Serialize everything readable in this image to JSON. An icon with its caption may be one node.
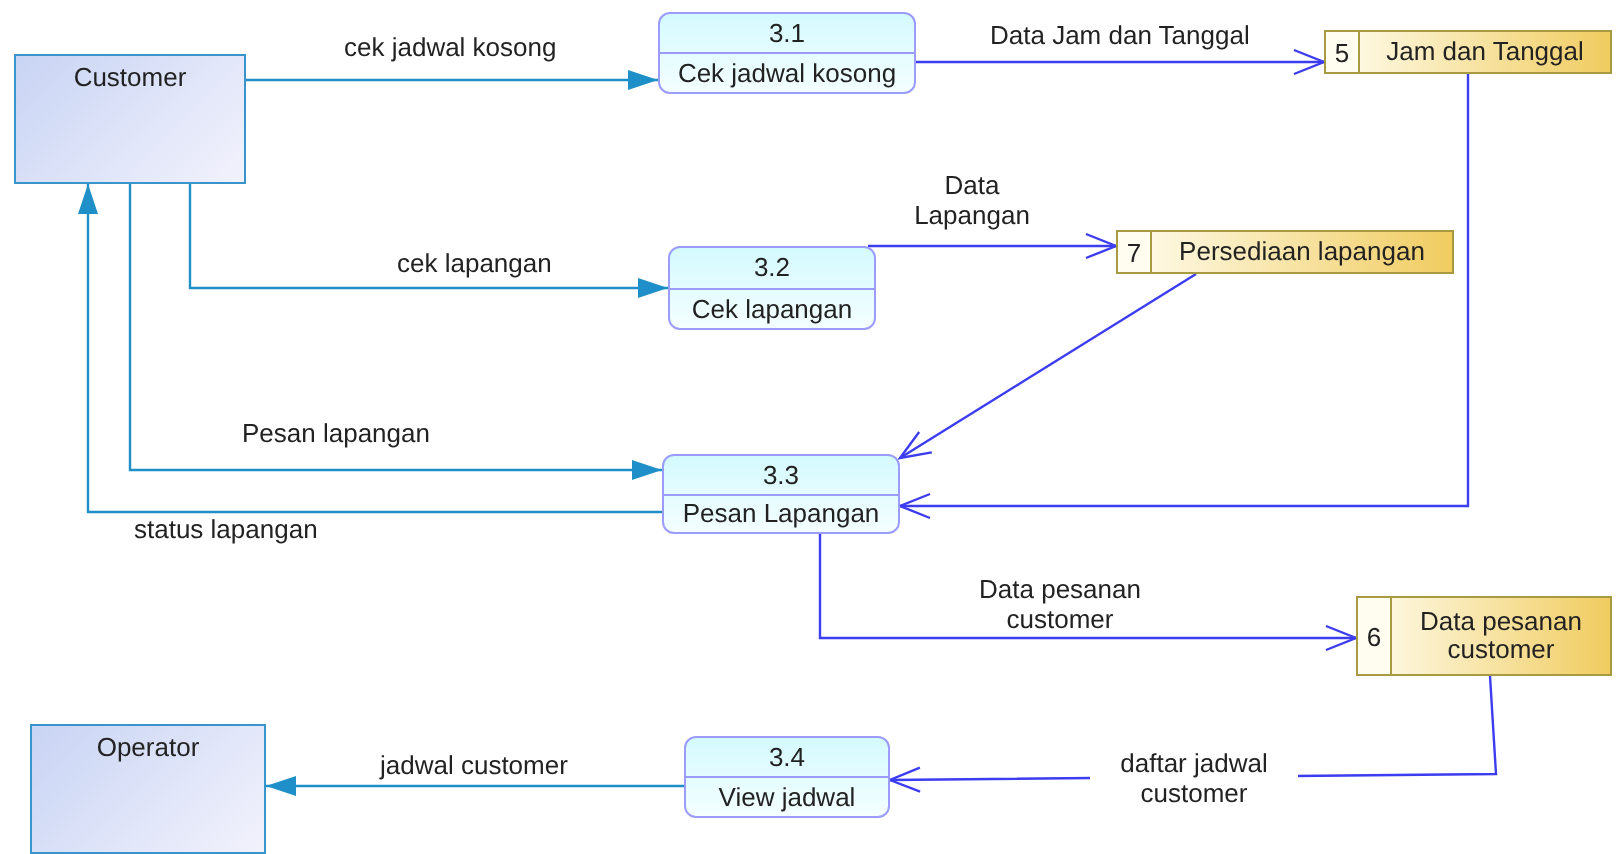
{
  "diagram": {
    "nodes": [
      {
        "text": [
          "Customer"
        ]
      },
      {
        "text": [
          "3.1",
          "Cek jadwal kosong"
        ]
      },
      {
        "text": [
          "5",
          "Jam dan Tanggal"
        ]
      },
      {
        "text": [
          "3.2",
          "Cek lapangan"
        ]
      },
      {
        "text": [
          "7",
          "Persediaan lapangan"
        ]
      },
      {
        "text": [
          "3.3",
          "Pesan Lapangan"
        ]
      },
      {
        "text": [
          "6",
          "Data pesanan customer"
        ]
      },
      {
        "text": [
          "Operator"
        ]
      },
      {
        "text": [
          "3.4",
          "View jadwal"
        ]
      }
    ],
    "edges": [
      {
        "from": 0,
        "to": 1,
        "arrow": "to",
        "label": "cek jadwal kosong",
        "color": "#1e8fc9"
      },
      {
        "from": 0,
        "to": 3,
        "arrow": "to",
        "label": "cek lapangan",
        "color": "#1e8fc9"
      },
      {
        "from": 0,
        "to": 5,
        "arrow": "to",
        "label": "Pesan lapangan",
        "color": "#1e8fc9"
      },
      {
        "from": 5,
        "to": 0,
        "arrow": "to",
        "label": "status lapangan",
        "color": "#1e8fc9"
      },
      {
        "from": 8,
        "to": 7,
        "arrow": "to",
        "label": "jadwal customer",
        "color": "#1e8fc9"
      },
      {
        "from": 1,
        "to": 2,
        "arrow": "to",
        "label": "Data Jam dan Tanggal"
      },
      {
        "from": 3,
        "to": 4,
        "arrow": "to",
        "label": "Data Lapangan"
      },
      {
        "from": 4,
        "to": 5,
        "arrow": "to"
      },
      {
        "from": 2,
        "to": 5,
        "arrow": "to"
      },
      {
        "from": 5,
        "to": 6,
        "arrow": "to",
        "label": "Data pesanan customer"
      },
      {
        "from": 6,
        "to": 8,
        "arrow": "to",
        "label": "daftar jadwal customer"
      }
    ]
  }
}
